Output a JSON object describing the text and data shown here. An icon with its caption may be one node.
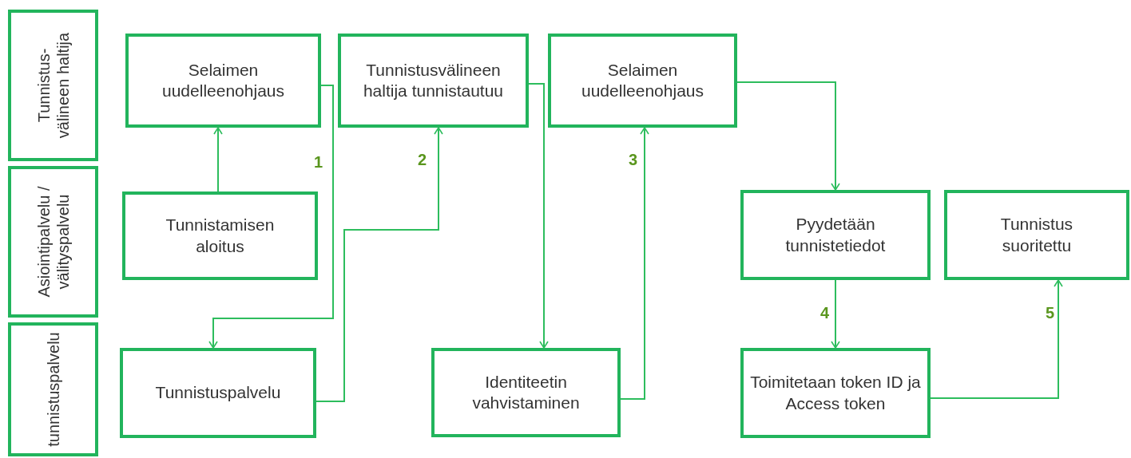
{
  "diagram": {
    "nodes": [
      {
        "text": [
          "Tunnistus- välineen haltija"
        ]
      },
      {
        "text": [
          "Asiointipalvelu / välityspalvelu"
        ]
      },
      {
        "text": [
          "tunnistuspalvelu"
        ]
      },
      {
        "text": [
          "Selaimen uudelleenohjaus"
        ]
      },
      {
        "text": [
          "Tunnistusvälineen haltija tunnistautuu"
        ]
      },
      {
        "text": [
          "Selaimen uudelleenohjaus"
        ]
      },
      {
        "text": [
          "Tunnistamisen aloitus"
        ]
      },
      {
        "text": [
          "Pyydetään tunnistetiedot"
        ]
      },
      {
        "text": [
          "Tunnistus suoritettu"
        ]
      },
      {
        "text": [
          "Tunnistuspalvelu"
        ]
      },
      {
        "text": [
          "Identiteetin vahvistaminen"
        ]
      },
      {
        "text": [
          "Toimitetaan token ID ja Access token"
        ]
      }
    ],
    "edges": [
      {
        "from": 6,
        "to": 3,
        "arrow": "to"
      },
      {
        "from": 3,
        "to": 9,
        "arrow": "to",
        "label": "1"
      },
      {
        "from": 9,
        "to": 4,
        "arrow": "to",
        "label": "2"
      },
      {
        "from": 4,
        "to": 10,
        "arrow": "to"
      },
      {
        "from": 10,
        "to": 5,
        "arrow": "to",
        "label": "3"
      },
      {
        "from": 5,
        "to": 7,
        "arrow": "to"
      },
      {
        "from": 7,
        "to": 11,
        "arrow": "to",
        "label": "4"
      },
      {
        "from": 11,
        "to": 8,
        "arrow": "to",
        "label": "5"
      }
    ]
  }
}
